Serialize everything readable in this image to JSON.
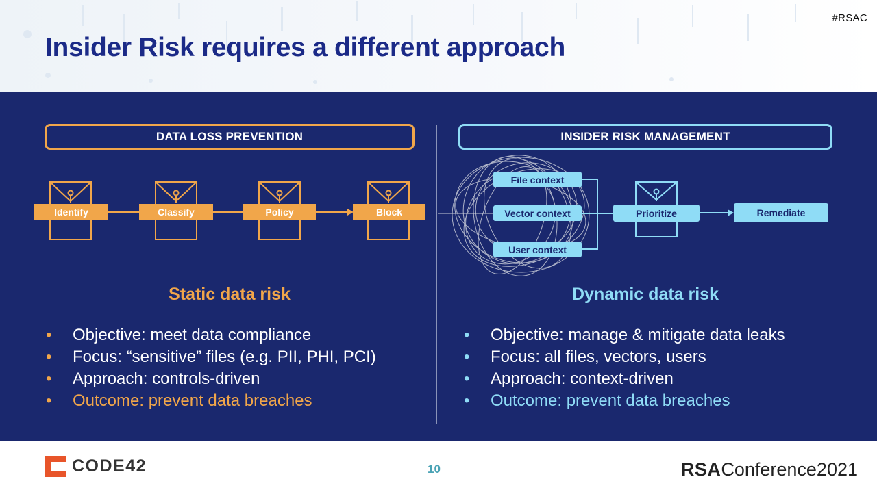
{
  "header": {
    "hashtag": "#RSAC",
    "title": "Insider Risk requires a different approach"
  },
  "dlp": {
    "heading": "DATA LOSS PREVENTION",
    "steps": [
      "Identify",
      "Classify",
      "Policy",
      "Block"
    ],
    "subtitle": "Static data risk",
    "bullets": [
      "Objective: meet data compliance",
      "Focus: “sensitive” files (e.g. PII, PHI, PCI)",
      "Approach: controls-driven"
    ],
    "outcome": "Outcome: prevent data breaches"
  },
  "irm": {
    "heading": "INSIDER RISK MANAGEMENT",
    "contexts": [
      "File context",
      "Vector context",
      "User context"
    ],
    "steps": [
      "Prioritize",
      "Remediate"
    ],
    "subtitle": "Dynamic data risk",
    "bullets": [
      "Objective: manage & mitigate data leaks",
      "Focus: all files, vectors, users",
      "Approach: context-driven"
    ],
    "outcome": "Outcome: prevent data breaches"
  },
  "footer": {
    "logo_text": "CODE42",
    "page": "10",
    "brand_bold": "RSA",
    "brand_rest": "Conference2021"
  },
  "colors": {
    "navy": "#1a286e",
    "title_blue": "#1b2a87",
    "orange": "#f1a64a",
    "cyan": "#8fdcf6"
  },
  "bullet_glyph": "•"
}
